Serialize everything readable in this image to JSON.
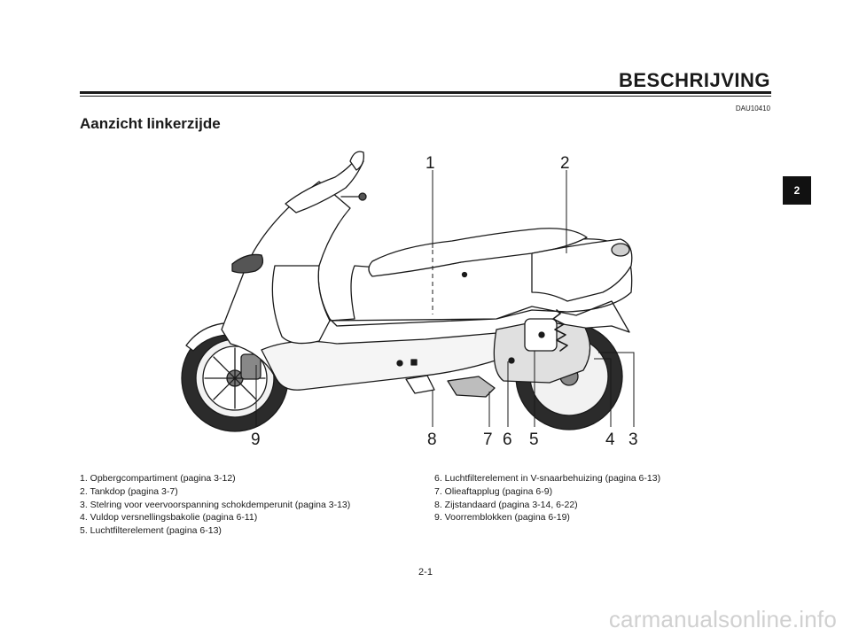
{
  "header": {
    "section_title": "BESCHRIJVING",
    "doc_code": "DAU10410",
    "chapter_tab": "2"
  },
  "view_title": "Aanzicht linkerzijde",
  "callouts": [
    "1",
    "2",
    "3",
    "4",
    "5",
    "6",
    "7",
    "8",
    "9"
  ],
  "captions_left": [
    "1. Opbergcompartiment (pagina 3-12)",
    "2. Tankdop (pagina 3-7)",
    "3. Stelring voor veervoorspanning schokdemperunit (pagina 3-13)",
    "4. Vuldop versnellingsbakolie (pagina 6-11)",
    "5. Luchtfilterelement (pagina 6-13)"
  ],
  "captions_right": [
    "6. Luchtfilterelement in V-snaarbehuizing (pagina 6-13)",
    "7. Olieaftapplug (pagina 6-9)",
    "8. Zijstandaard (pagina 3-14, 6-22)",
    "9. Voorremblokken (pagina 6-19)"
  ],
  "page_number": "2-1",
  "watermark": "carmanualsonline.info"
}
